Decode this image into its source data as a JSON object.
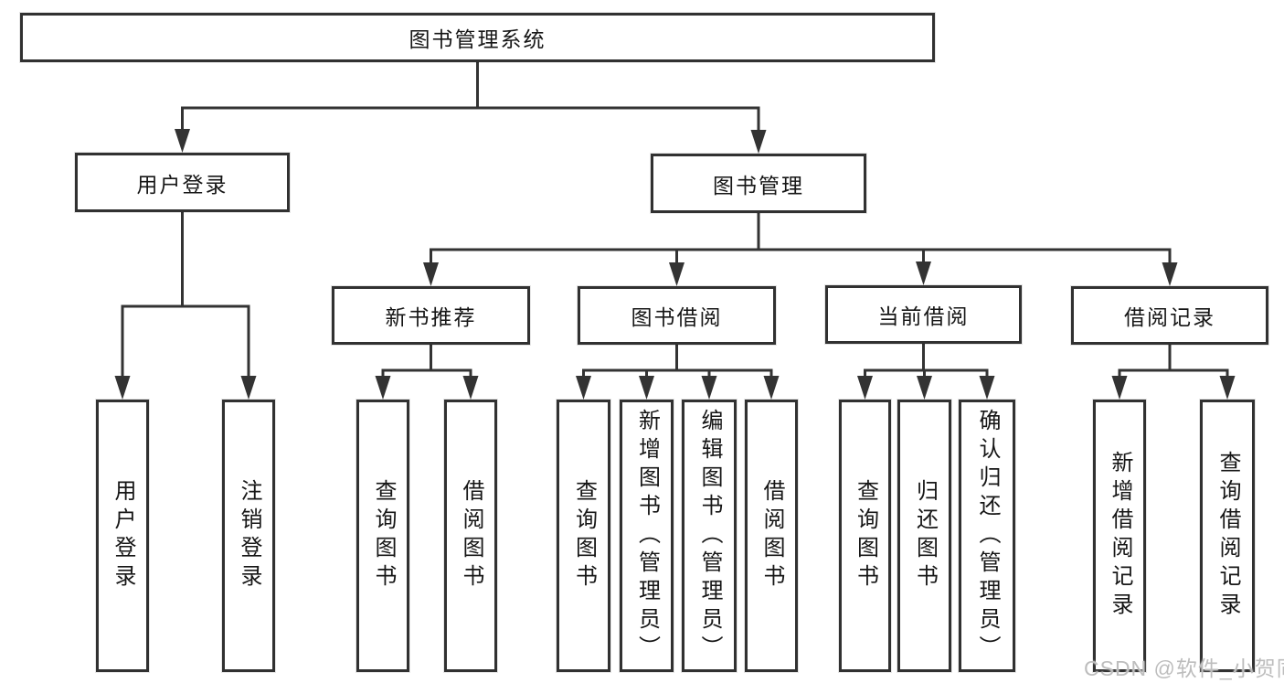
{
  "diagram": {
    "type": "org-tree",
    "title": "图书管理系统"
  },
  "nodes": [
    {
      "id": "root",
      "label": "图书管理系统"
    },
    {
      "id": "user-login",
      "label": "用户登录"
    },
    {
      "id": "book-mgmt",
      "label": "图书管理"
    },
    {
      "id": "new-book-rec",
      "label": "新书推荐"
    },
    {
      "id": "book-borrow",
      "label": "图书借阅"
    },
    {
      "id": "current-borrow",
      "label": "当前借阅"
    },
    {
      "id": "borrow-records",
      "label": "借阅记录"
    },
    {
      "id": "v-user-login",
      "label": "用户登录"
    },
    {
      "id": "v-logout",
      "label": "注销登录"
    },
    {
      "id": "nb-query",
      "label": "查询图书"
    },
    {
      "id": "nb-borrow",
      "label": "借阅图书"
    },
    {
      "id": "bb-query",
      "label": "查询图书"
    },
    {
      "id": "bb-add",
      "label": "新增图书（管理员）"
    },
    {
      "id": "bb-edit",
      "label": "编辑图书（管理员）"
    },
    {
      "id": "bb-borrow",
      "label": "借阅图书"
    },
    {
      "id": "cb-query",
      "label": "查询图书"
    },
    {
      "id": "cb-return",
      "label": "归还图书"
    },
    {
      "id": "cb-confirm",
      "label": "确认归还（管理员）"
    },
    {
      "id": "br-add",
      "label": "新增借阅记录"
    },
    {
      "id": "br-query",
      "label": "查询借阅记录"
    }
  ],
  "hierarchy": {
    "root": [
      "user-login",
      "book-mgmt"
    ],
    "user-login": [
      "v-user-login",
      "v-logout"
    ],
    "book-mgmt": [
      "new-book-rec",
      "book-borrow",
      "current-borrow",
      "borrow-records"
    ],
    "new-book-rec": [
      "nb-query",
      "nb-borrow"
    ],
    "book-borrow": [
      "bb-query",
      "bb-add",
      "bb-edit",
      "bb-borrow"
    ],
    "current-borrow": [
      "cb-query",
      "cb-return",
      "cb-confirm"
    ],
    "borrow-records": [
      "br-add",
      "br-query"
    ]
  },
  "watermark": "CSDN @软件_小贺同学",
  "colors": {
    "line": "#333333",
    "box_border": "#313131",
    "box_fill": "#ffffff",
    "text": "#161616",
    "watermark_text": "#bdbdbd"
  }
}
